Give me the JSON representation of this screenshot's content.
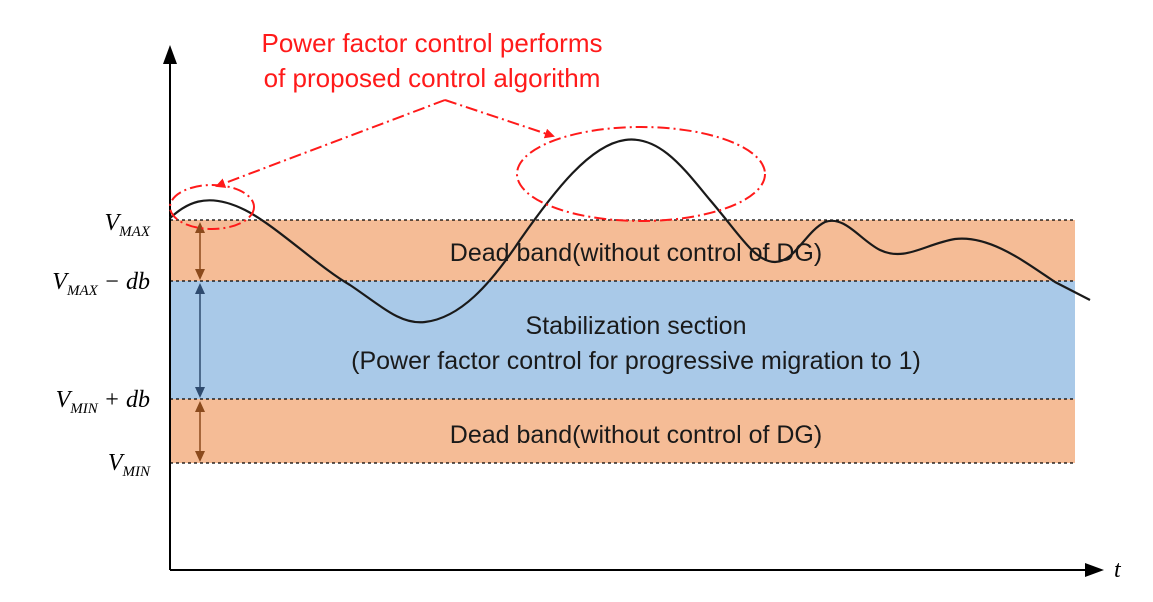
{
  "annotation": {
    "line1": "Power factor control performs",
    "line2": "of proposed control algorithm"
  },
  "bands": {
    "upper_dead_band": "Dead band(without control of DG)",
    "stabilization_line1": "Stabilization section",
    "stabilization_line2": "(Power factor control for progressive migration to 1)",
    "lower_dead_band": "Dead band(without control of DG)"
  },
  "y_labels": {
    "vmax": {
      "base": "V",
      "sub": "MAX",
      "suffix": ""
    },
    "vmax_minus_db": {
      "base": "V",
      "sub": "MAX",
      "suffix": " − db"
    },
    "vmin_plus_db": {
      "base": "V",
      "sub": "MIN",
      "suffix": " + db"
    },
    "vmin": {
      "base": "V",
      "sub": "MIN",
      "suffix": ""
    }
  },
  "x_axis_label": "t",
  "colors": {
    "dead_band": "#f5bc96",
    "stabilization": "#a9c9e8",
    "annotation": "#ff1a1a",
    "curve": "#1a1a1a",
    "band_arrow_orange": "#8b4a1c",
    "band_arrow_blue": "#2e4a6e"
  }
}
